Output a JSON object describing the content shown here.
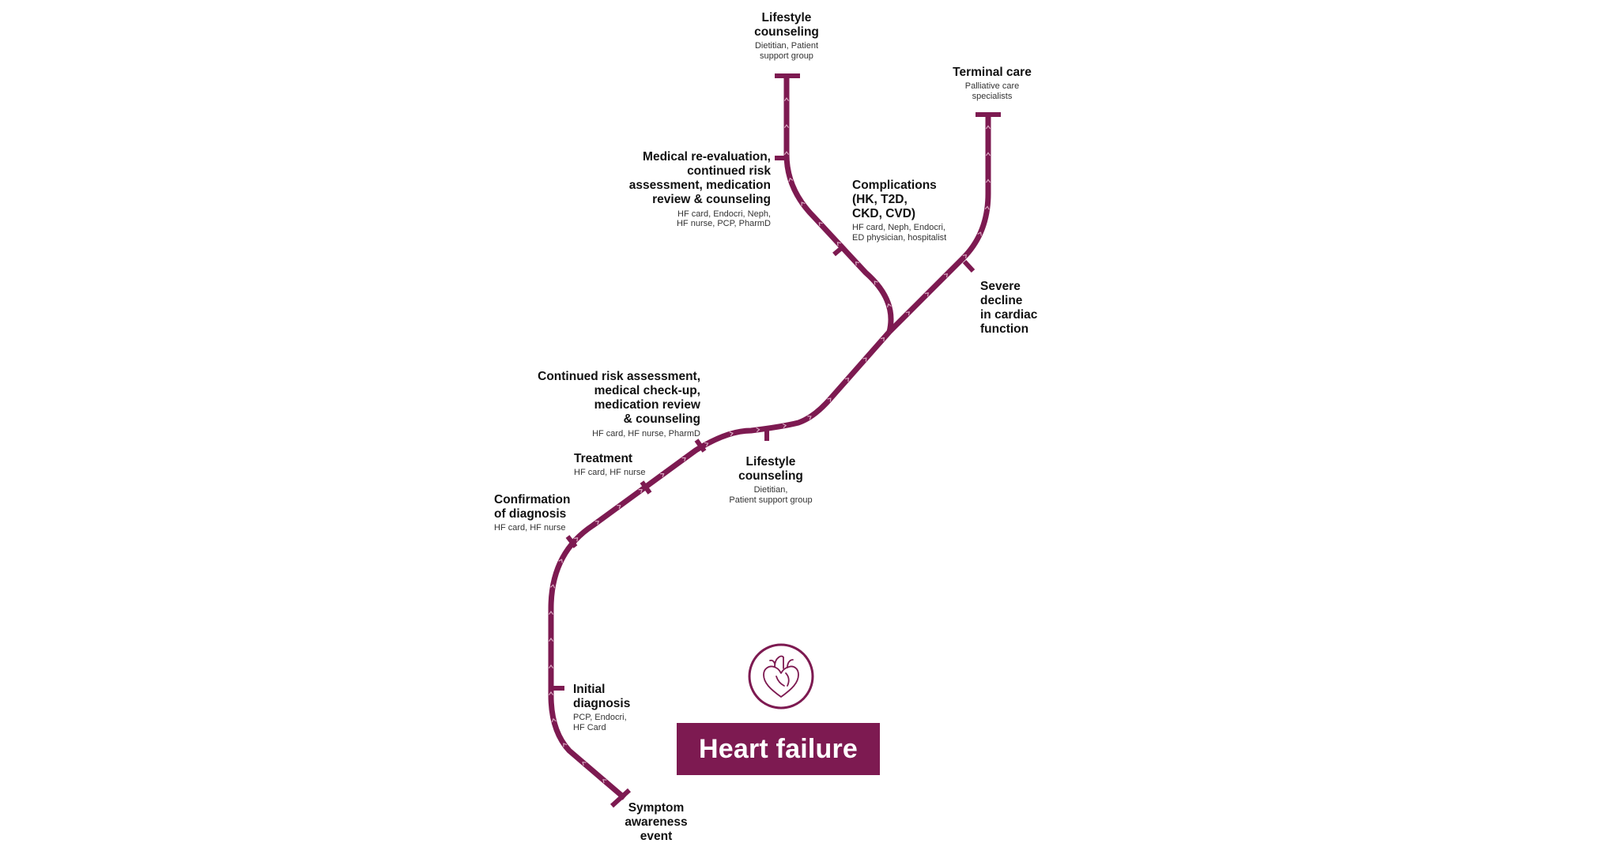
{
  "colors": {
    "line": "#7d1a51",
    "box": "#7d1a51",
    "box_text": "#ffffff"
  },
  "icon": "heart-icon",
  "title_box": "Heart failure",
  "stops": {
    "symptom": {
      "title": "Symptom\nawareness\nevent"
    },
    "initial_diagnosis": {
      "title": "Initial\ndiagnosis",
      "roles": "PCP, Endocri,\nHF Card"
    },
    "confirmation": {
      "title": "Confirmation\nof diagnosis",
      "roles": "HF card, HF nurse"
    },
    "treatment": {
      "title": "Treatment",
      "roles": "HF card, HF nurse"
    },
    "continued_risk": {
      "title": "Continued risk assessment,\nmedical check-up,\nmedication review\n& counseling",
      "roles": "HF card, HF nurse, PharmD"
    },
    "lifestyle_mid": {
      "title": "Lifestyle\ncounseling",
      "roles": "Dietitian,\nPatient support group"
    },
    "severe_decline": {
      "title": "Severe\ndecline\nin cardiac\nfunction"
    },
    "complications": {
      "title": "Complications\n(HK, T2D,\nCKD, CVD)",
      "roles": "HF card, Neph, Endocri,\nED physician, hospitalist"
    },
    "medical_reeval": {
      "title": "Medical re-evaluation,\ncontinued risk\nassessment, medication\nreview & counseling",
      "roles": "HF card, Endocri, Neph,\nHF nurse, PCP, PharmD"
    },
    "lifestyle_top": {
      "title": "Lifestyle\ncounseling",
      "roles": "Dietitian, Patient\nsupport group"
    },
    "terminal": {
      "title": "Terminal care",
      "roles": "Palliative care\nspecialists"
    }
  }
}
